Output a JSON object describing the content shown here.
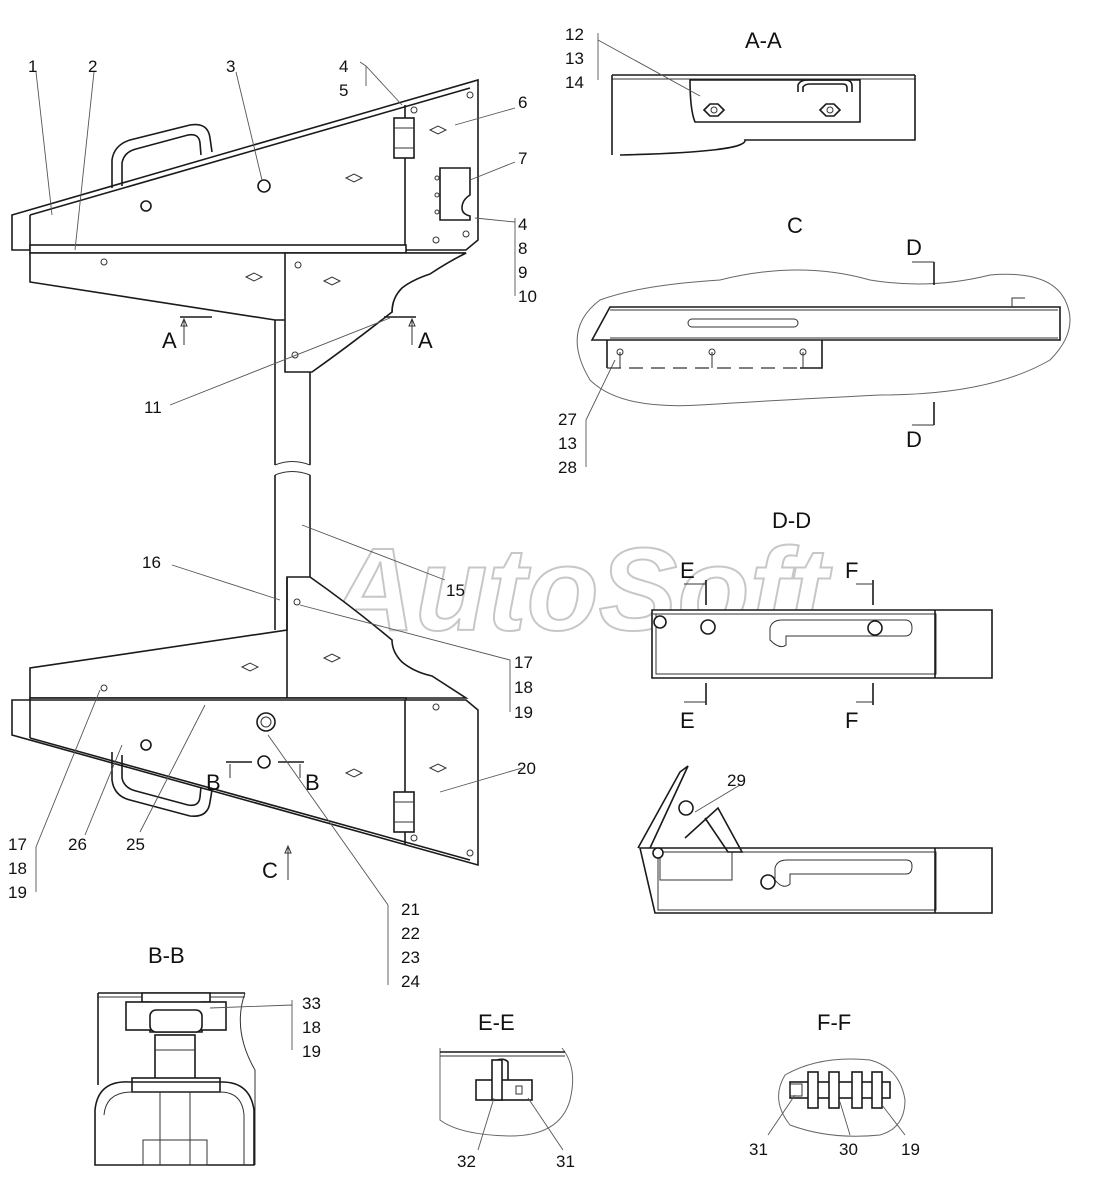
{
  "watermark": "AutoSoft",
  "section_titles": {
    "aa": "A-A",
    "c": "C",
    "dd": "D-D",
    "bb": "B-B",
    "ee": "E-E",
    "ff": "F-F"
  },
  "section_marks": {
    "a_left": "A",
    "a_right": "A",
    "b_left": "B",
    "b_right": "B",
    "c_view": "C",
    "d_top": "D",
    "d_bottom": "D",
    "e_top": "E",
    "e_bottom": "E",
    "f_top": "F",
    "f_bottom": "F"
  },
  "callouts": {
    "n1": "1",
    "n2": "2",
    "n3": "3",
    "n4a": "4",
    "n5": "5",
    "n6": "6",
    "n7": "7",
    "n4b": "4",
    "n8": "8",
    "n9": "9",
    "n10": "10",
    "n11": "11",
    "n12": "12",
    "n13a": "13",
    "n14": "14",
    "n27": "27",
    "n13b": "13",
    "n28": "28",
    "n16": "16",
    "n15": "15",
    "n17a": "17",
    "n18a": "18",
    "n19a": "19",
    "n20": "20",
    "n29": "29",
    "n17b": "17",
    "n18b": "18",
    "n19b": "19",
    "n26": "26",
    "n25": "25",
    "n21": "21",
    "n22": "22",
    "n23": "23",
    "n24": "24",
    "n33": "33",
    "n18c": "18",
    "n19c": "19",
    "n32": "32",
    "n31a": "31",
    "n31b": "31",
    "n30": "30",
    "n19d": "19"
  }
}
